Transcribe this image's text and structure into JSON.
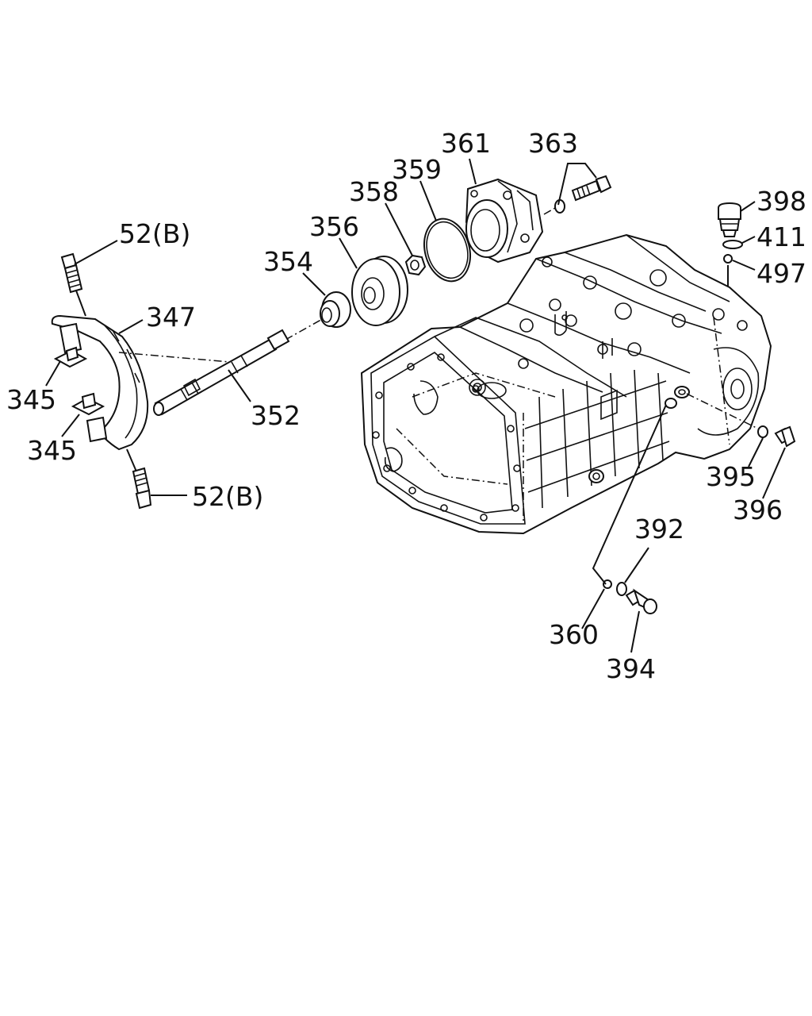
{
  "labels": {
    "p52b_top": "52(B)",
    "p347": "347",
    "p345_top": "345",
    "p345_bot": "345",
    "p52b_bot": "52(B)",
    "p352": "352",
    "p354": "354",
    "p356": "356",
    "p358": "358",
    "p359": "359",
    "p361": "361",
    "p363": "363",
    "p398": "398",
    "p411": "411",
    "p497": "497",
    "p395": "395",
    "p396": "396",
    "p392": "392",
    "p360": "360",
    "p394": "394"
  }
}
